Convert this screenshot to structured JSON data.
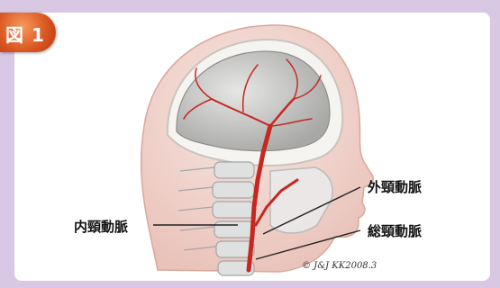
{
  "figure": {
    "badge": "図 1",
    "labels": {
      "internal_carotid": "内頸動脈",
      "external_carotid": "外頸動脈",
      "common_carotid": "総頸動脈"
    },
    "copyright": "© J&J KK2008.3"
  },
  "colors": {
    "background": "#d9c8e4",
    "badge": "#d9531f",
    "artery": "#c6281f",
    "skin": "#efd3cc"
  }
}
